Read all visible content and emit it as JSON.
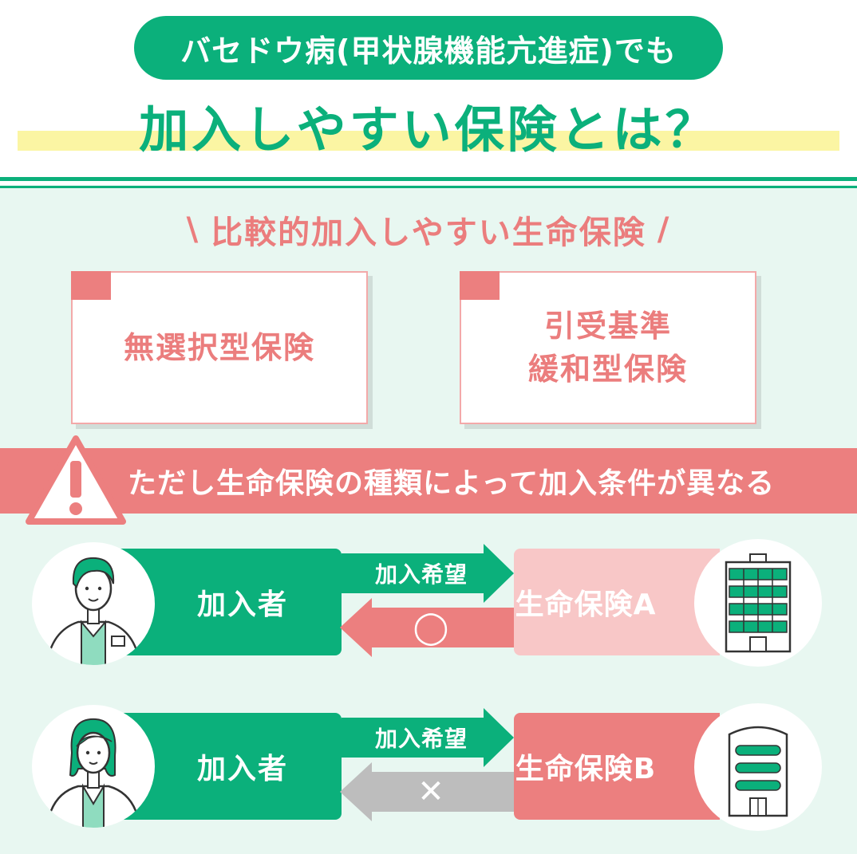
{
  "header": {
    "subtitle": "バセドウ病(甲状腺機能亢進症)でも",
    "title": "加入しやすい保険とは？"
  },
  "easy_section": {
    "heading": "比較的加入しやすい生命保険",
    "slash_left": "\\",
    "slash_right": "/",
    "cards": [
      {
        "lines": [
          "無選択型保険"
        ]
      },
      {
        "lines": [
          "引受基準",
          "緩和型保険"
        ]
      }
    ]
  },
  "warning": {
    "icon": "warning-triangle-icon",
    "text": "ただし生命保険の種類によって加入条件が異なる"
  },
  "flows": [
    {
      "applicant_label": "加入者",
      "request_label": "加入希望",
      "result_mark": "◯",
      "company_label": "生命保険A",
      "applicant_icon": "man-avatar-icon",
      "company_icon": "office-building-icon",
      "result_color": "#ec7f7f",
      "company_color": "#f8c7c7"
    },
    {
      "applicant_label": "加入者",
      "request_label": "加入希望",
      "result_mark": "✕",
      "company_label": "生命保険B",
      "applicant_icon": "woman-avatar-icon",
      "company_icon": "hospital-building-icon",
      "result_color": "#bdbdbd",
      "company_color": "#ec7f7f"
    }
  ],
  "colors": {
    "green": "#0bb07b",
    "pink": "#ec7f7f",
    "light_pink": "#f8c7c7",
    "yellow_highlight": "#fbf5a3",
    "background": "#e8f7f1"
  }
}
